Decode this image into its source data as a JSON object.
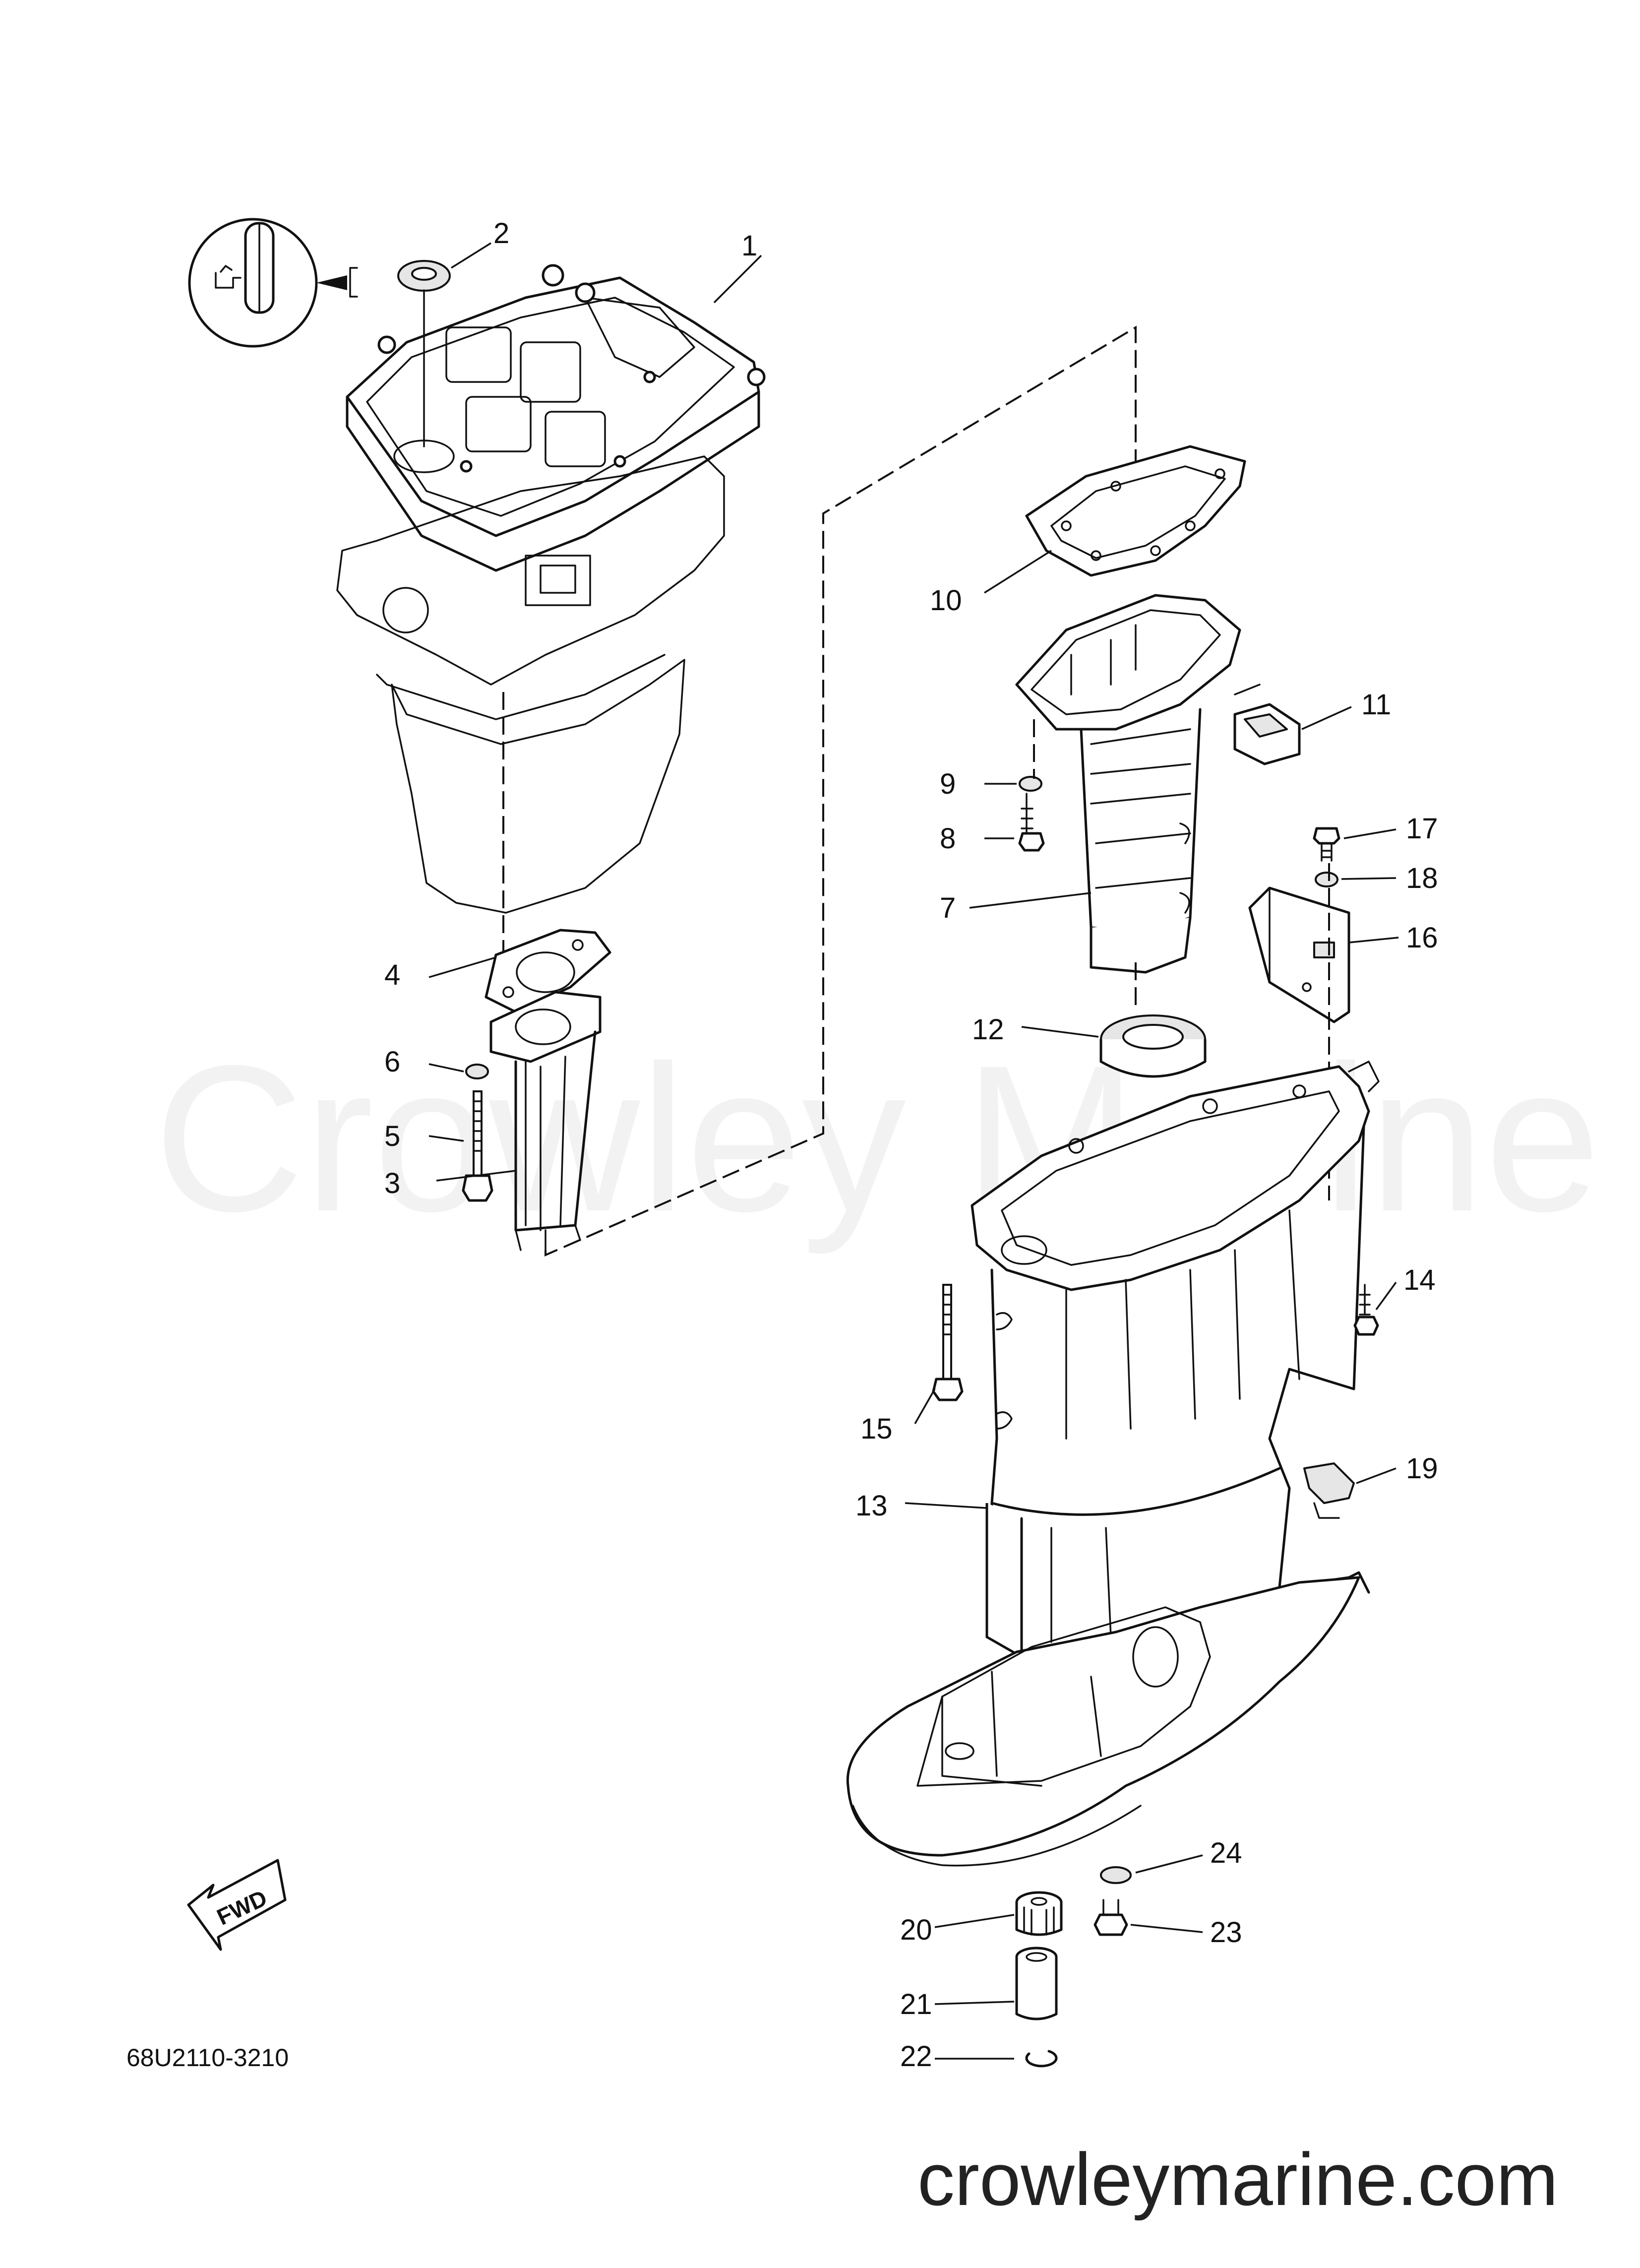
{
  "watermark": "Crowley Marine",
  "footer_url": "crowleymarine.com",
  "diagram_code": "68U2110-3210",
  "fwd_label": "FWD",
  "callouts": [
    {
      "id": "c1",
      "number": "1"
    },
    {
      "id": "c2",
      "number": "2"
    },
    {
      "id": "c3",
      "number": "3"
    },
    {
      "id": "c4",
      "number": "4"
    },
    {
      "id": "c5",
      "number": "5"
    },
    {
      "id": "c6",
      "number": "6"
    },
    {
      "id": "c7",
      "number": "7"
    },
    {
      "id": "c8",
      "number": "8"
    },
    {
      "id": "c9",
      "number": "9"
    },
    {
      "id": "c10",
      "number": "10"
    },
    {
      "id": "c11",
      "number": "11"
    },
    {
      "id": "c12",
      "number": "12"
    },
    {
      "id": "c13",
      "number": "13"
    },
    {
      "id": "c14",
      "number": "14"
    },
    {
      "id": "c15",
      "number": "15"
    },
    {
      "id": "c16",
      "number": "16"
    },
    {
      "id": "c17",
      "number": "17"
    },
    {
      "id": "c18",
      "number": "18"
    },
    {
      "id": "c19",
      "number": "19"
    },
    {
      "id": "c20",
      "number": "20"
    },
    {
      "id": "c21",
      "number": "21"
    },
    {
      "id": "c22",
      "number": "22"
    },
    {
      "id": "c23",
      "number": "23"
    },
    {
      "id": "c24",
      "number": "24"
    }
  ]
}
